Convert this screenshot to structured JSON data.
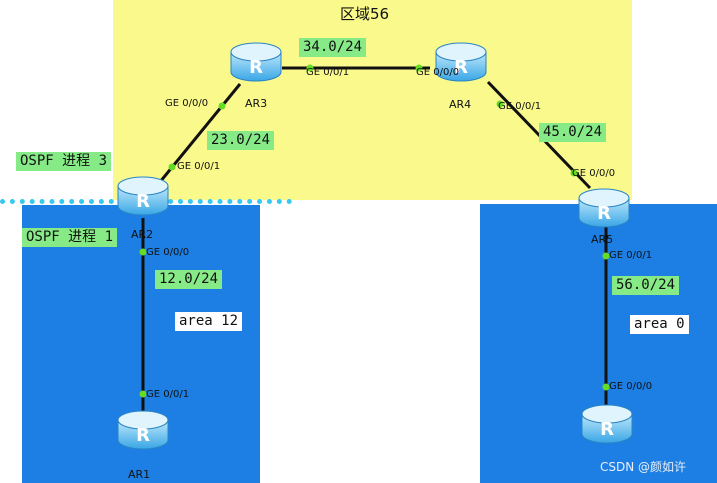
{
  "zones": {
    "zone_title": "区域56",
    "ospf3": "OSPF 进程 3",
    "ospf1": "OSPF 进程 1",
    "area12": "area 12",
    "area0": "area 0"
  },
  "routers": {
    "ar1": "AR1",
    "ar2": "AR2",
    "ar3": "AR3",
    "ar4": "AR4",
    "ar5": "AR5",
    "router_glyph": "R"
  },
  "networks": {
    "n34": "34.0/24",
    "n23": "23.0/24",
    "n45": "45.0/24",
    "n12": "12.0/24",
    "n56": "56.0/24"
  },
  "ports": {
    "ar3_g001": "GE 0/0/1",
    "ar4_g000": "GE 0/0/0",
    "ar3_g000": "GE 0/0/0",
    "ar4_g001": "GE 0/0/1",
    "ar2_g001": "GE 0/0/1",
    "ar5_g000": "GE 0/0/0",
    "ar2_g000": "GE 0/0/0",
    "ar5_g001": "GE 0/0/1",
    "ar1_g001": "GE 0/0/1",
    "ar6_g000": "GE 0/0/0"
  },
  "watermark": "CSDN @颜如许",
  "colors": {
    "yellow_zone": "#fafa8c",
    "blue_zone": "#1d7fe3",
    "net_label": "#86ea86",
    "link": "#111111",
    "port_dot": "#66dd22"
  }
}
